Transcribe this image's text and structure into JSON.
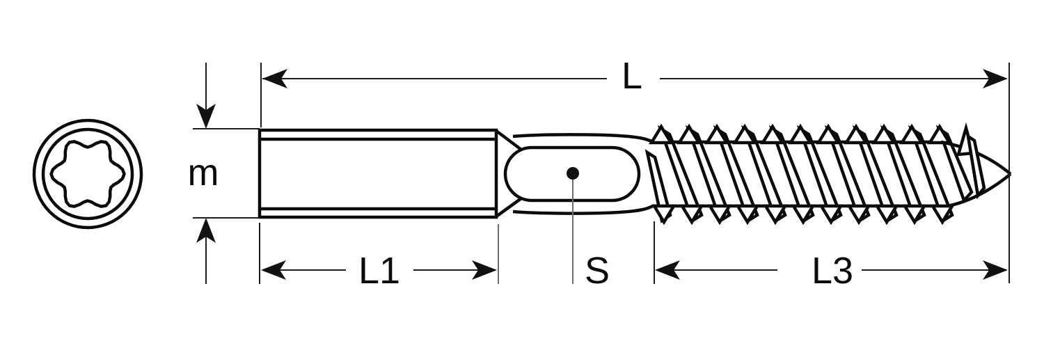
{
  "labels": {
    "overall_length": "L",
    "diameter": "m",
    "machine_thread_length": "L1",
    "drive_size": "S",
    "wood_thread_length": "L3"
  },
  "colors": {
    "outline": "#0b0b0b",
    "dimension_line": "#1c1c1c",
    "extension_line_gray": "#6e6e6e",
    "background": "#ffffff"
  }
}
